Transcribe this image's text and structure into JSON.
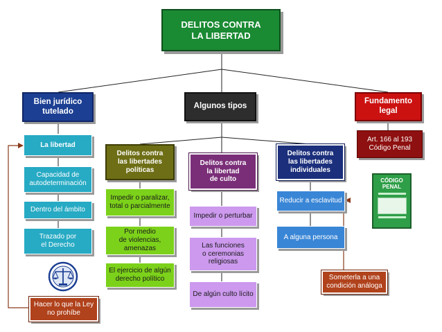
{
  "root": "DELITOS CONTRA\nLA LIBERTAD",
  "level1": {
    "bien": "Bien jurídico\ntutelado",
    "tipos": "Algunos tipos",
    "fundamento": "Fundamento\nlegal"
  },
  "bien_column": {
    "head": "La libertad",
    "items": [
      "Capacidad de\nautodeterminación",
      "Dentro del ámbito",
      "Trazado por\nel Derecho"
    ],
    "footer": "Hacer lo que la Ley\nno prohíbe"
  },
  "tipos_columns": {
    "politicas": {
      "head": "Delitos contra\nlas libertades\npolíticas",
      "items": [
        "Impedir o paralizar,\ntotal o parcialmente",
        "Por medio\nde violencias,\namenazas",
        "El ejercicio de algún\nderecho político"
      ]
    },
    "culto": {
      "head": "Delitos contra\nla libertad\nde culto",
      "items": [
        "Impedir o perturbar",
        "Las funciones\no ceremonias\nreligiosas",
        "De algún culto lícito"
      ]
    },
    "individuales": {
      "head": "Delitos contra\nlas libertades\nindividuales",
      "items": [
        "Reducir a esclavitud",
        "A alguna persona"
      ],
      "note": "Someterla a una\ncondición análoga"
    }
  },
  "fundamento_column": {
    "article": "Art. 166 al 193\nCódigo Penal",
    "book_title": "CÓDIGO\nPENAL"
  },
  "colors": {
    "root": "#1a8a33",
    "bien": "#1c3f93",
    "tipos": "#2d2d2d",
    "fundamento": "#cc1111",
    "teal": "#27aac4",
    "olive": "#6e6e16",
    "lime": "#7cd11a",
    "purple": "#7a2e78",
    "lavender": "#cc99ee",
    "navy": "#1b2f7c",
    "blue": "#3a86d6",
    "orange": "#b0421c",
    "art": "#8e1010"
  },
  "icons": [
    "scales-of-justice-emblem-icon",
    "penal-code-book-icon"
  ]
}
